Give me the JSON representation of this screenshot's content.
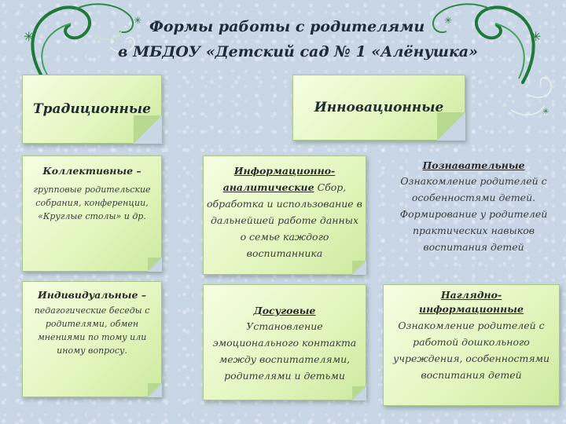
{
  "title": {
    "line1": "Формы работы с родителями",
    "line2": "в МБДОУ «Детский сад № 1 «Алёнушка»"
  },
  "categories": {
    "traditional": "Традиционные",
    "innovative": "Инновационные"
  },
  "traditional_items": [
    {
      "heading": "Коллективные –",
      "text": "групповые родительские собрания, конференции, «Круглые столы» и др."
    },
    {
      "heading": "Индивидуальные –",
      "text": "педагогические беседы с родителями, обмен мнениями по тому или иному вопросу."
    }
  ],
  "innovative_items": [
    {
      "heading": "Информационно-аналитические",
      "text": "Сбор, обработка и использование в дальнейшей работе данных о семье каждого воспитанника"
    },
    {
      "heading": "Познавательные",
      "text": "Ознакомление родителей с особенностями детей. Формирование у родителей практических навыков воспитания детей"
    },
    {
      "heading": "Досуговые",
      "text": "Установление эмоционального контакта между воспитателями, родителями и детьми"
    },
    {
      "heading": "Наглядно-информационные",
      "text": "Ознакомление родителей с работой дошкольного учреждения, особенностями воспитания детей"
    }
  ],
  "colors": {
    "background": "#c9d6e6",
    "card_light": "#f6fde2",
    "card_dark": "#cdea9e",
    "ornament": "#1f7a3a"
  }
}
